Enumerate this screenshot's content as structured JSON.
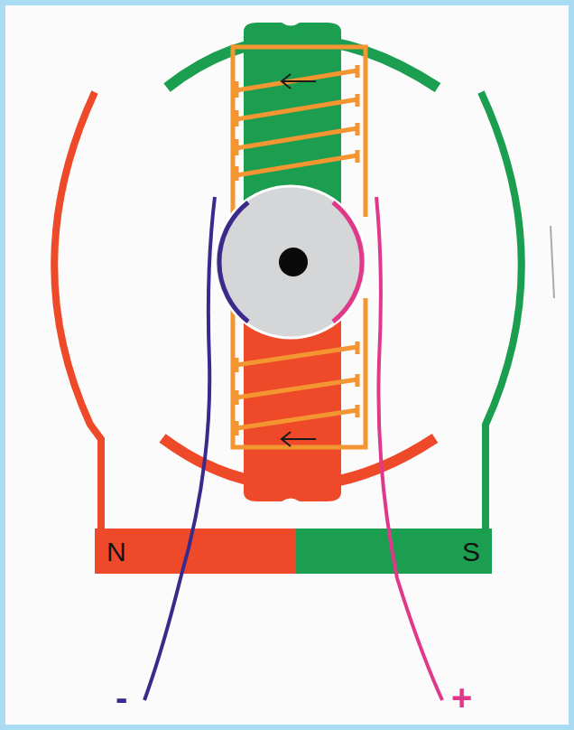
{
  "diagram": {
    "nodes": [
      {
        "text": [
          "N"
        ]
      },
      {
        "text": [
          "S"
        ]
      }
    ],
    "labels": [
      "-",
      "+"
    ]
  }
}
